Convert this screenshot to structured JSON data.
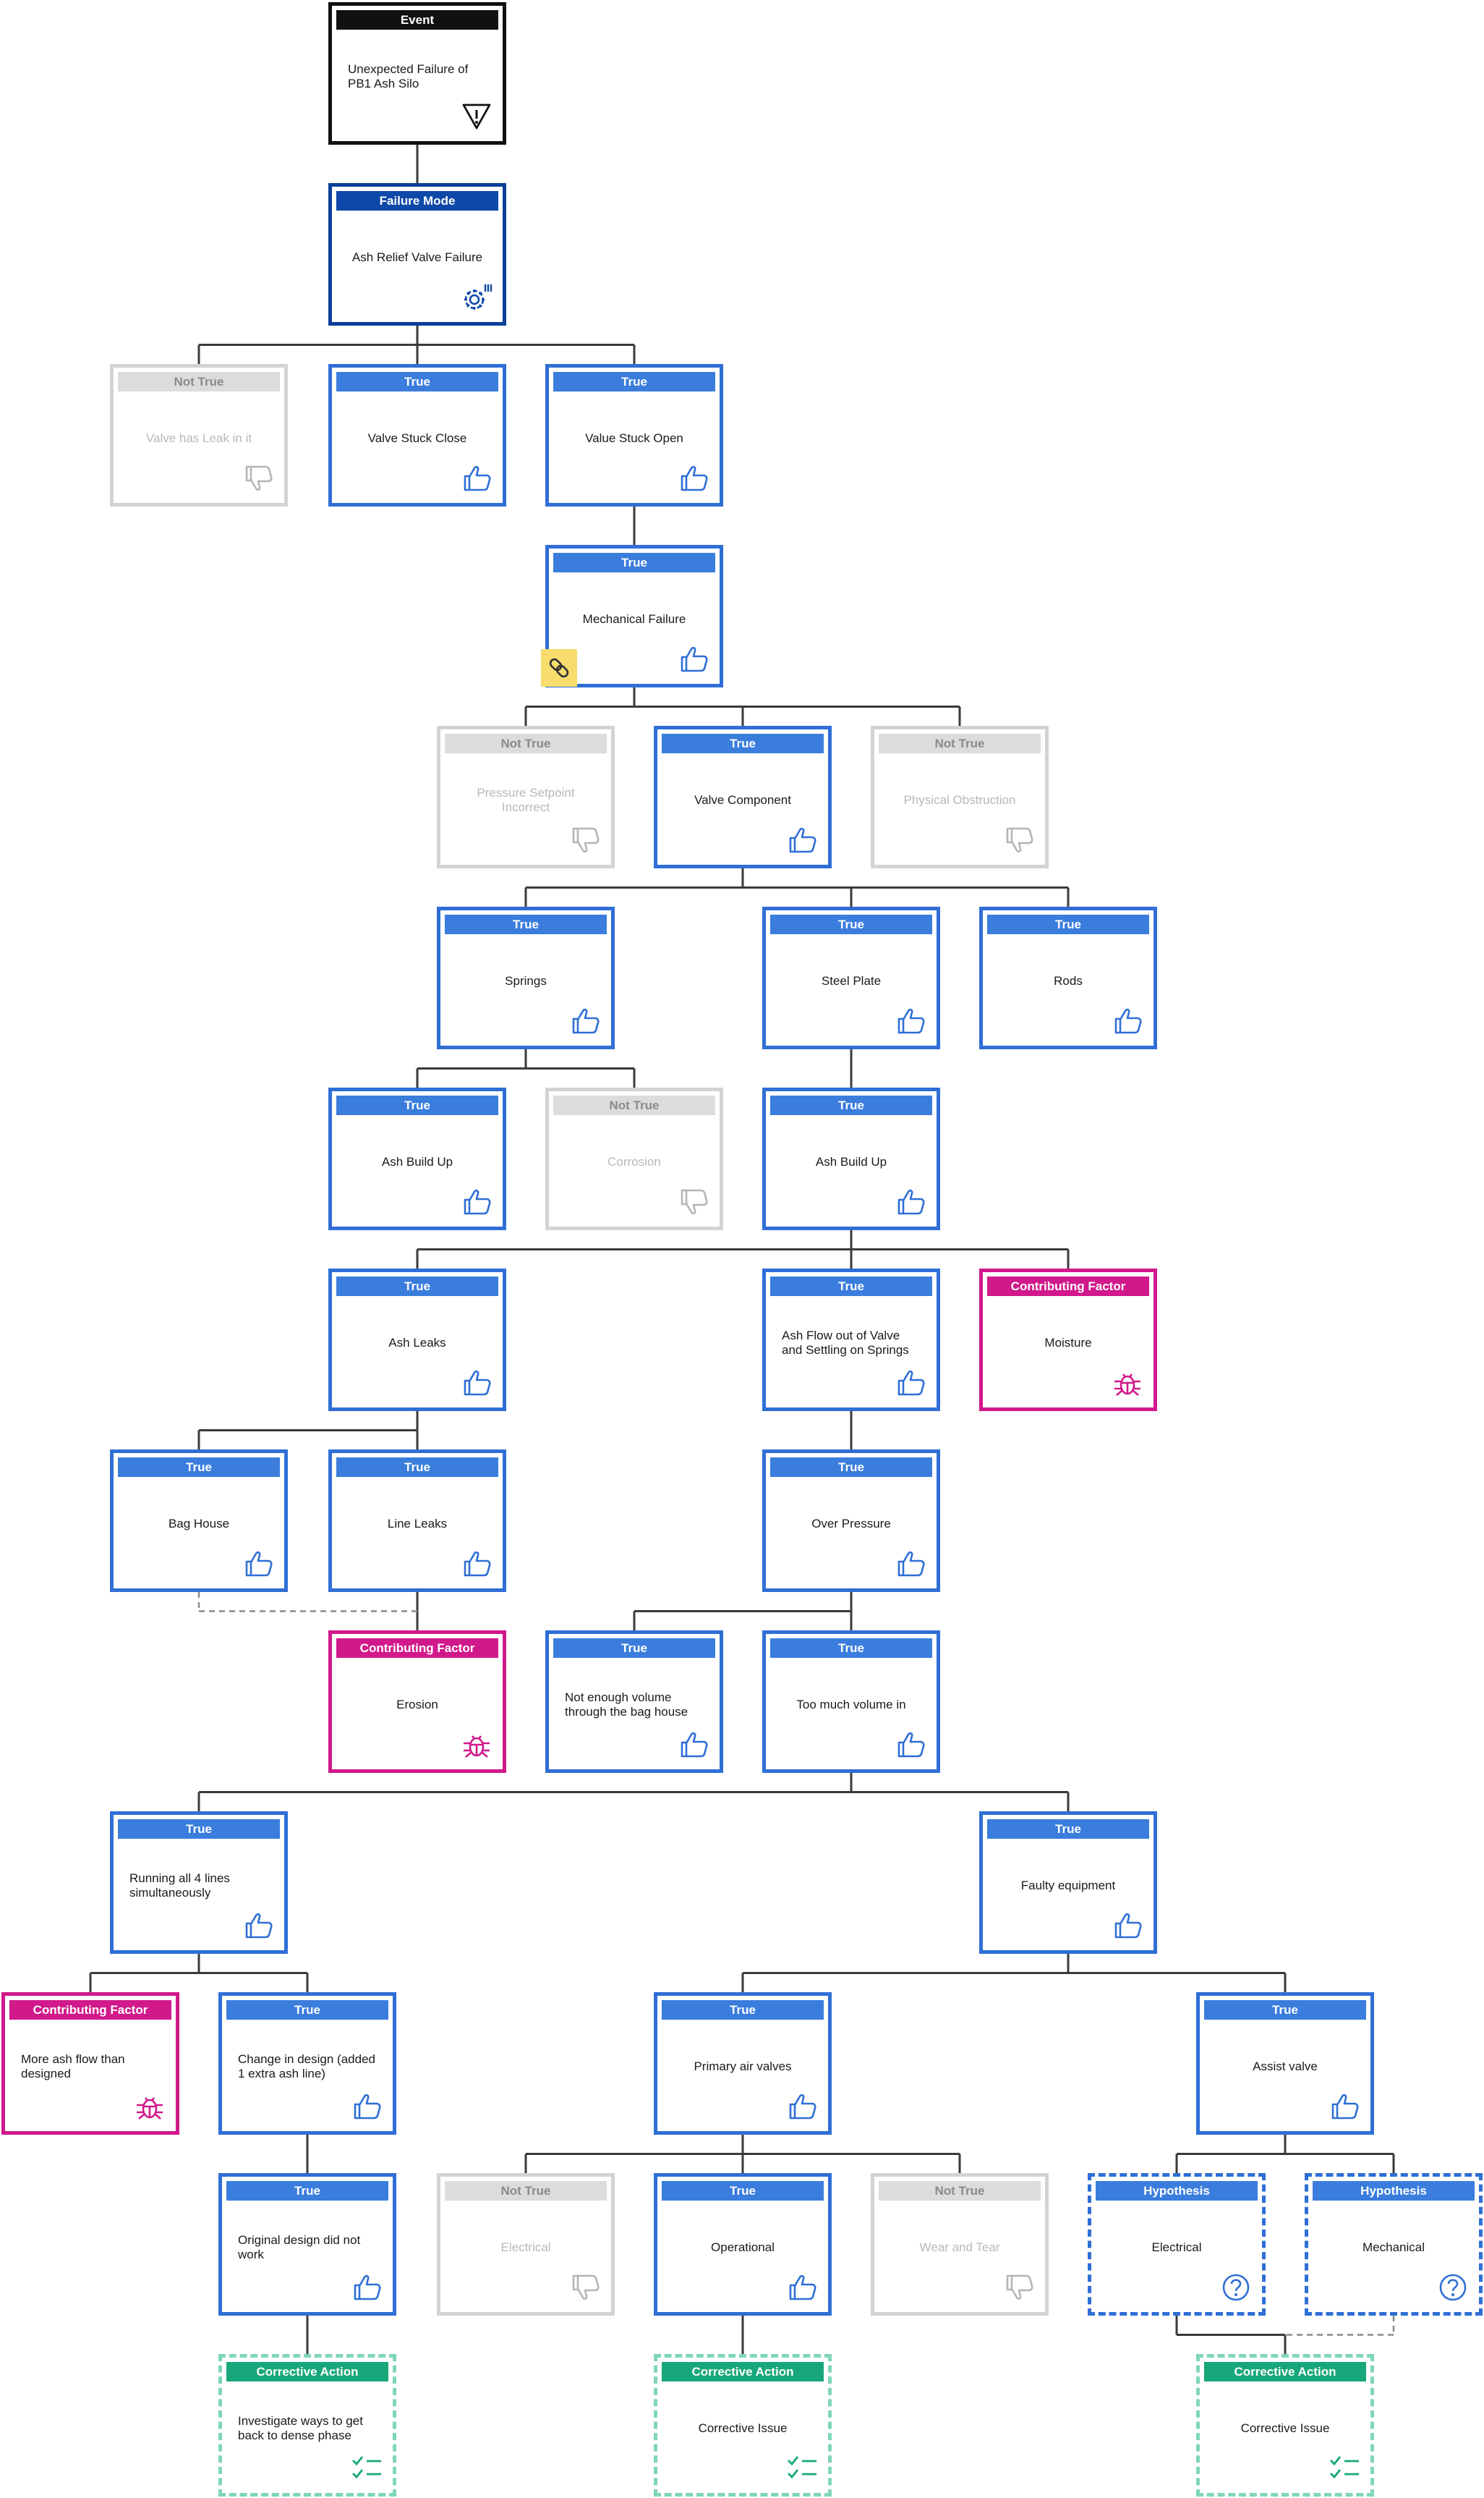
{
  "colors": {
    "true": "#3b7ddd",
    "not_true": "#dcdcdc",
    "event": "#111111",
    "failure_mode": "#0e48a8",
    "contributing_factor": "#d1198b",
    "hypothesis": "#3b7ddd",
    "corrective_action": "#17a77a",
    "link_badge": "#f6dd6d"
  },
  "nodes": [
    {
      "type": "Event",
      "text": "Unexpected Failure of PB1 Ash Silo",
      "icon": "warning-icon"
    },
    {
      "type": "Failure Mode",
      "text": "Ash Relief Valve Failure",
      "icon": "gear-icon"
    },
    {
      "type": "Not True",
      "text": "Valve has Leak in it",
      "icon": "thumbs-down-icon"
    },
    {
      "type": "True",
      "text": "Valve Stuck Close",
      "icon": "thumbs-up-icon"
    },
    {
      "type": "True",
      "text": "Value Stuck Open",
      "icon": "thumbs-up-icon"
    },
    {
      "type": "True",
      "text": "Mechanical Failure",
      "icon": "thumbs-up-icon"
    },
    {
      "type": "Not True",
      "text": "Pressure Setpoint Incorrect",
      "icon": "thumbs-down-icon"
    },
    {
      "type": "True",
      "text": "Valve Component",
      "icon": "thumbs-up-icon"
    },
    {
      "type": "Not True",
      "text": "Physical Obstruction",
      "icon": "thumbs-down-icon"
    },
    {
      "type": "True",
      "text": "Springs",
      "icon": "thumbs-up-icon"
    },
    {
      "type": "True",
      "text": "Steel Plate",
      "icon": "thumbs-up-icon"
    },
    {
      "type": "True",
      "text": "Rods",
      "icon": "thumbs-up-icon"
    },
    {
      "type": "True",
      "text": "Ash Build Up",
      "icon": "thumbs-up-icon"
    },
    {
      "type": "Not True",
      "text": "Corrosion",
      "icon": "thumbs-down-icon"
    },
    {
      "type": "True",
      "text": "Ash Build Up",
      "icon": "thumbs-up-icon"
    },
    {
      "type": "True",
      "text": "Ash Leaks",
      "icon": "thumbs-up-icon"
    },
    {
      "type": "True",
      "text": "Ash Flow out of Valve and Settling on Springs",
      "icon": "thumbs-up-icon"
    },
    {
      "type": "Contributing Factor",
      "text": "Moisture",
      "icon": "bug-icon"
    },
    {
      "type": "True",
      "text": "Bag House",
      "icon": "thumbs-up-icon"
    },
    {
      "type": "True",
      "text": "Line Leaks",
      "icon": "thumbs-up-icon"
    },
    {
      "type": "True",
      "text": "Over Pressure",
      "icon": "thumbs-up-icon"
    },
    {
      "type": "Contributing Factor",
      "text": "Erosion",
      "icon": "bug-icon"
    },
    {
      "type": "True",
      "text": "Not enough volume through the bag house",
      "icon": "thumbs-up-icon"
    },
    {
      "type": "True",
      "text": "Too much volume in",
      "icon": "thumbs-up-icon"
    },
    {
      "type": "True",
      "text": "Running all 4 lines simultaneously",
      "icon": "thumbs-up-icon"
    },
    {
      "type": "True",
      "text": "Faulty equipment",
      "icon": "thumbs-up-icon"
    },
    {
      "type": "Contributing Factor",
      "text": "More ash flow than designed",
      "icon": "bug-icon"
    },
    {
      "type": "True",
      "text": "Change in design (added 1 extra ash line)",
      "icon": "thumbs-up-icon"
    },
    {
      "type": "True",
      "text": "Primary air valves",
      "icon": "thumbs-up-icon"
    },
    {
      "type": "True",
      "text": "Assist valve",
      "icon": "thumbs-up-icon"
    },
    {
      "type": "True",
      "text": "Original design did not work",
      "icon": "thumbs-up-icon"
    },
    {
      "type": "Not True",
      "text": "Electrical",
      "icon": "thumbs-down-icon"
    },
    {
      "type": "True",
      "text": "Operational",
      "icon": "thumbs-up-icon"
    },
    {
      "type": "Not True",
      "text": "Wear and Tear",
      "icon": "thumbs-down-icon"
    },
    {
      "type": "Hypothesis",
      "text": "Electrical",
      "icon": "question-icon"
    },
    {
      "type": "Hypothesis",
      "text": "Mechanical",
      "icon": "question-icon"
    },
    {
      "type": "Corrective Action",
      "text": "Investigate ways to get back to dense phase",
      "icon": "checklist-icon"
    },
    {
      "type": "Corrective Action",
      "text": "Corrective Issue",
      "icon": "checklist-icon"
    },
    {
      "type": "Corrective Action",
      "text": "Corrective Issue",
      "icon": "checklist-icon"
    }
  ],
  "link_badge": {
    "icon": "link-icon",
    "node": 5
  }
}
